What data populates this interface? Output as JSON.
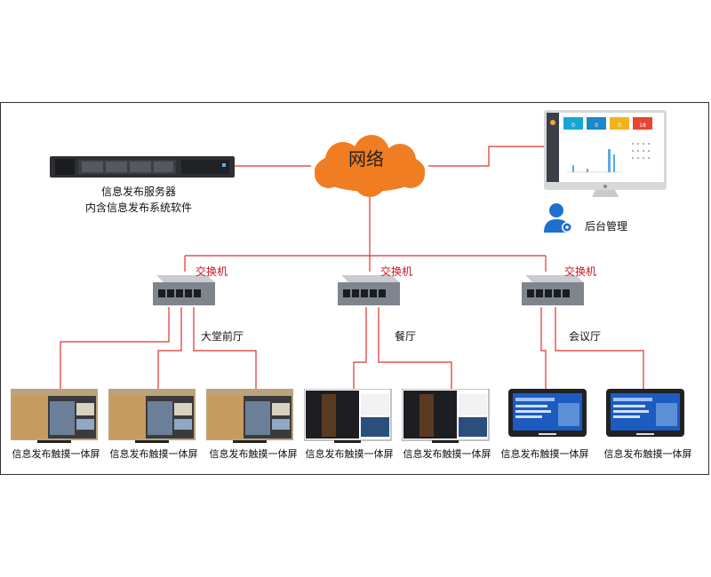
{
  "server": {
    "label_line1": "信息发布服务器",
    "label_line2": "内含信息发布系统软件"
  },
  "network": {
    "label": "网络"
  },
  "admin": {
    "label": "后台管理",
    "dash_values": [
      "0",
      "0",
      "0",
      "18"
    ]
  },
  "switches": [
    {
      "label": "交换机",
      "area": "大堂前厅"
    },
    {
      "label": "交换机",
      "area": "餐厅"
    },
    {
      "label": "交换机",
      "area": "会议厅"
    }
  ],
  "terminals": [
    {
      "label": "信息发布触摸一体屏",
      "style": "hotel"
    },
    {
      "label": "信息发布触摸一体屏",
      "style": "hotel"
    },
    {
      "label": "信息发布触摸一体屏",
      "style": "hotel"
    },
    {
      "label": "信息发布触摸一体屏",
      "style": "night"
    },
    {
      "label": "信息发布触摸一体屏",
      "style": "night"
    },
    {
      "label": "信息发布触摸一体屏",
      "style": "blue"
    },
    {
      "label": "信息发布触摸一体屏",
      "style": "blue"
    }
  ],
  "colors": {
    "link": "#e0312b",
    "cloud": "#f07d22",
    "dash_tiles": [
      "#18a5d8",
      "#1b88c9",
      "#f2b41a",
      "#e8442e"
    ]
  }
}
